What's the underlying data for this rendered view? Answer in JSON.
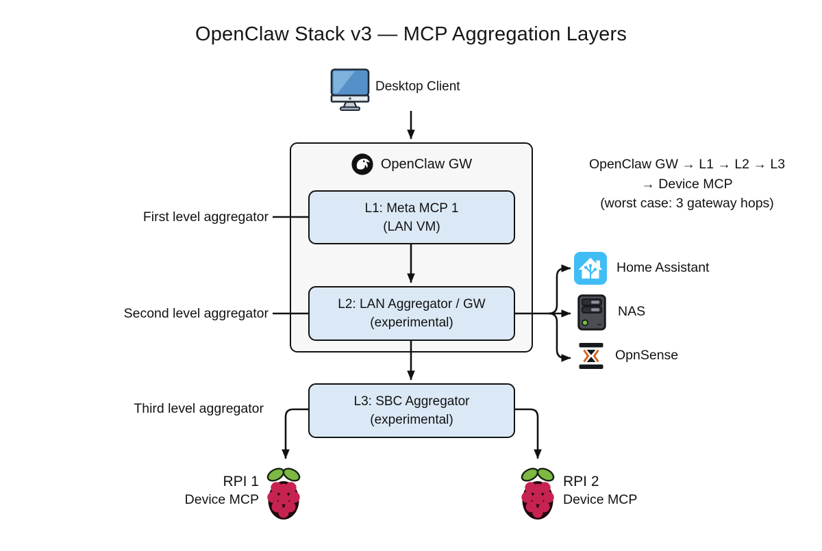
{
  "title": "OpenClaw Stack v3 — MCP Aggregation Layers",
  "nodes": {
    "desktop_client": {
      "label": "Desktop Client"
    },
    "gateway": {
      "label": "OpenClaw GW"
    },
    "l1": {
      "line1": "L1: Meta MCP 1",
      "line2": "(LAN VM)"
    },
    "l2": {
      "line1": "L2: LAN Aggregator / GW",
      "line2": "(experimental)"
    },
    "l3": {
      "line1": "L3: SBC Aggregator",
      "line2": "(experimental)"
    },
    "home_assistant": {
      "label": "Home Assistant"
    },
    "nas": {
      "label": "NAS"
    },
    "opnsense": {
      "label": "OpnSense"
    },
    "rpi1": {
      "name": "RPI 1",
      "sub": "Device MCP"
    },
    "rpi2": {
      "name": "RPI 2",
      "sub": "Device MCP"
    }
  },
  "side_labels": {
    "first": "First level aggregator",
    "second": "Second level aggregator",
    "third": "Third level aggregator"
  },
  "annotation": {
    "line1": "OpenClaw GW → L1 → L2 → L3",
    "line2": "→ Device MCP",
    "line3": "(worst case: 3 gateway hops)"
  },
  "icons": [
    "desktop-monitor-icon",
    "openclaw-logo-icon",
    "home-assistant-icon",
    "nas-server-icon",
    "opnsense-icon",
    "raspberry-pi-icon"
  ],
  "colors": {
    "layer_box_fill": "#dbe9f6",
    "gateway_box_fill": "#f7f7f7",
    "outline": "#111111",
    "home_assistant_blue": "#41bdf5",
    "nas_gray": "#4b4f54",
    "nas_led_green": "#79c142",
    "opnsense_orange": "#d9641f",
    "raspberry_red": "#c72350",
    "leaf_green": "#7db843",
    "monitor_screen_blue": "#5591c8"
  }
}
